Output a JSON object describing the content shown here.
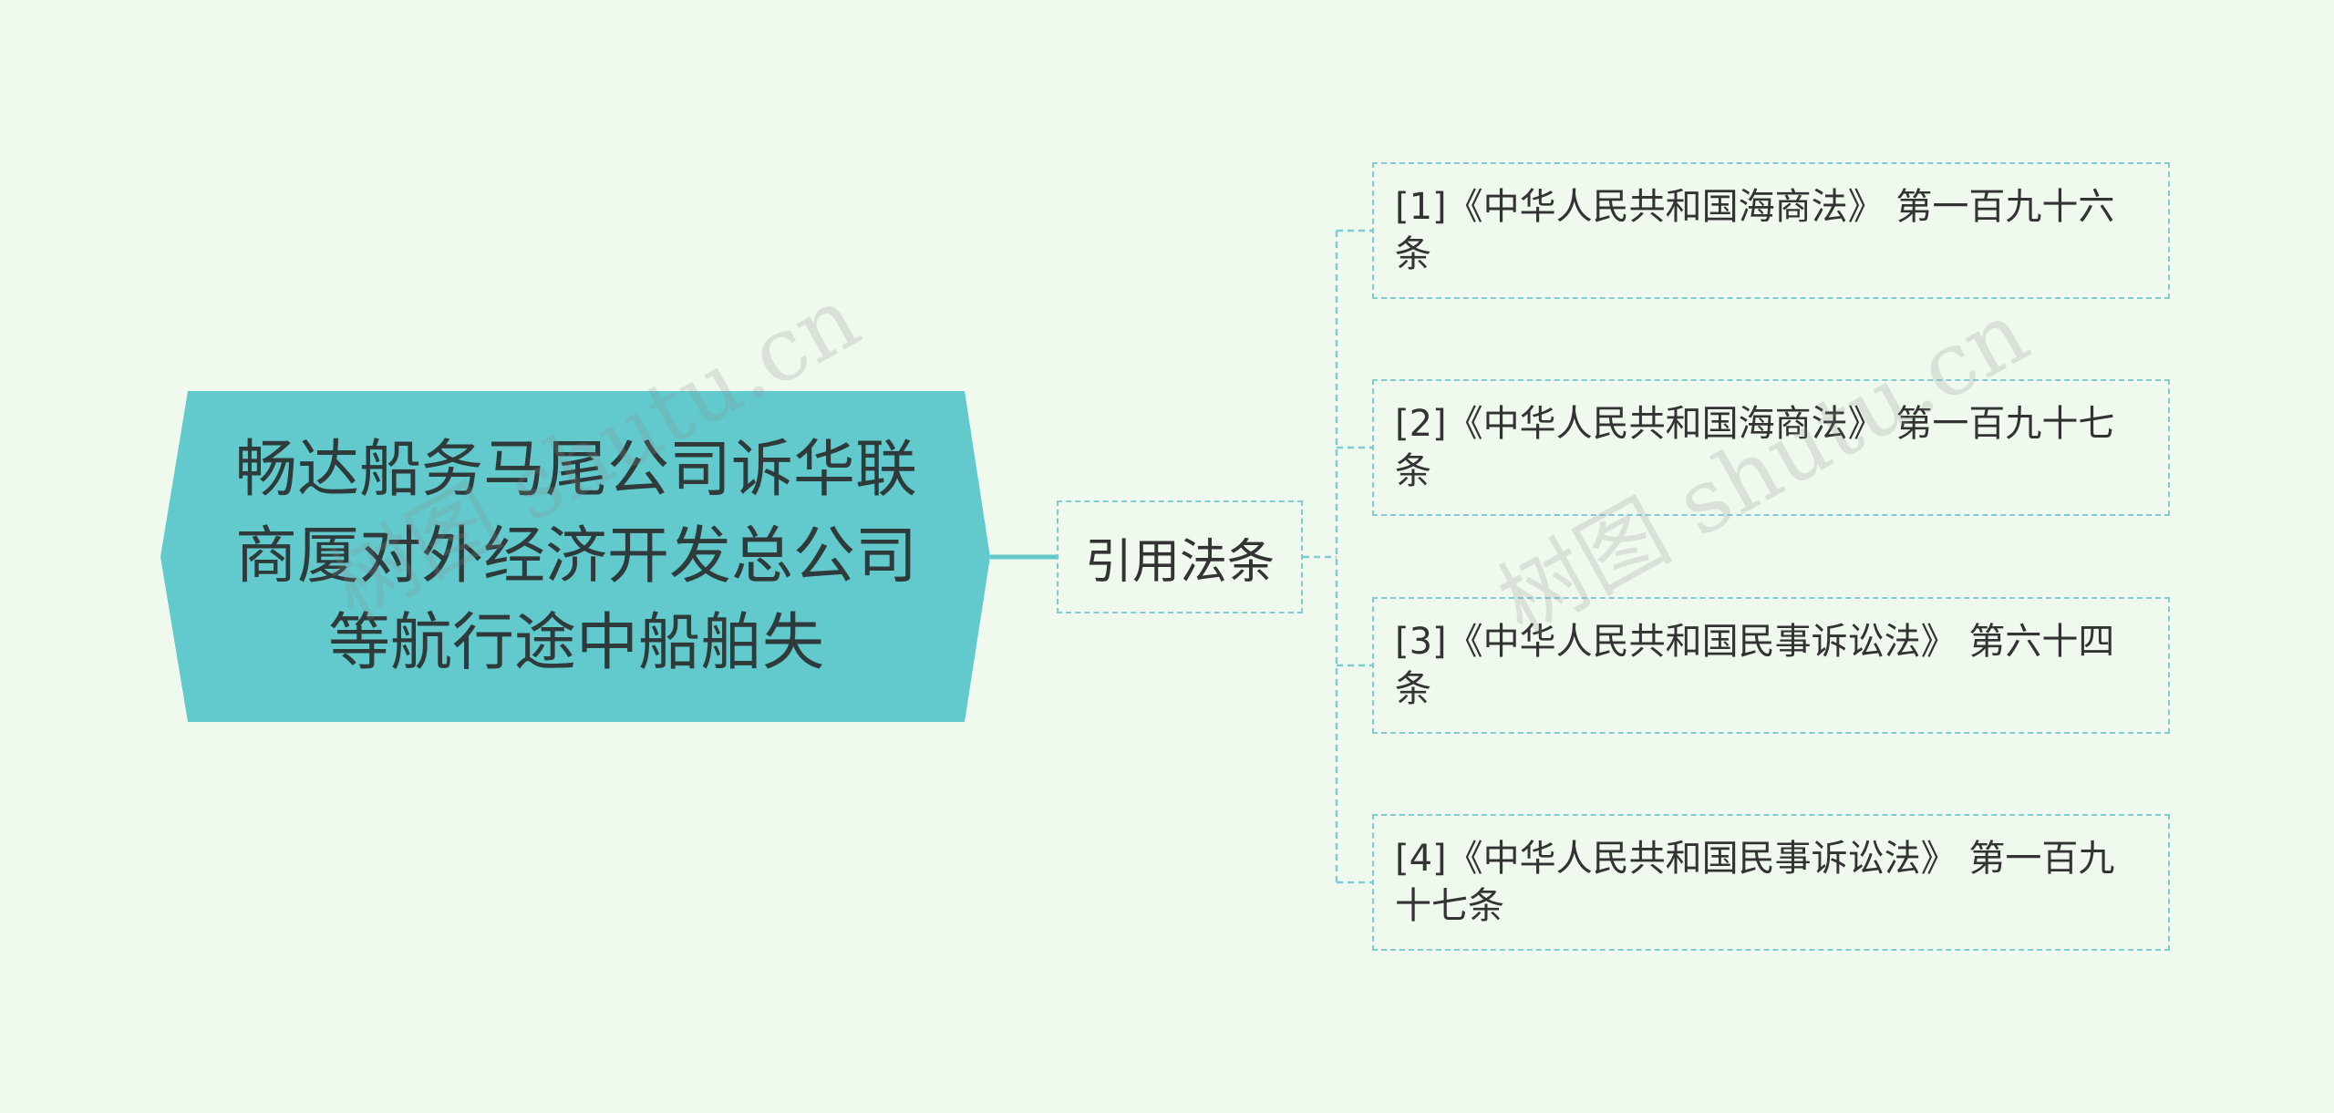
{
  "root": {
    "lines": [
      "畅达船务马尾公司诉华联",
      "商厦对外经济开发总公司",
      "等航行途中船舶失"
    ]
  },
  "branch": {
    "label": "引用法条"
  },
  "leaves": [
    {
      "lines": [
        "[1]《中华人民共和国海商法》 第一百九十六",
        "条"
      ]
    },
    {
      "lines": [
        "[2]《中华人民共和国海商法》 第一百九十七",
        "条"
      ]
    },
    {
      "lines": [
        "[3]《中华人民共和国民事诉讼法》 第六十四",
        "条"
      ]
    },
    {
      "lines": [
        "[4]《中华人民共和国民事诉讼法》 第一百九",
        "十七条"
      ]
    }
  ],
  "watermark": "树图 shutu.cn",
  "colors": {
    "background": "#eff9ee",
    "root_fill": "#62c9cd",
    "connector": "#62c9cd",
    "dashed_border": "#7fcdd3",
    "text": "#333333"
  }
}
